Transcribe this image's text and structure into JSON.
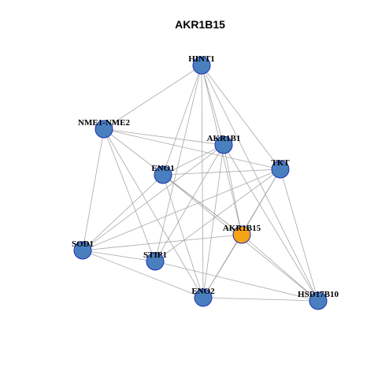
{
  "title": "AKR1B15",
  "colors": {
    "node_fill": "#4a7fbf",
    "node_stroke": "#1a2fb0",
    "highlight_fill": "#f7a318",
    "highlight_stroke": "#1a2fb0",
    "edge": "#a8a8a8"
  },
  "nodes": [
    {
      "id": "HINT1",
      "label": "HINT1",
      "highlight": false
    },
    {
      "id": "NME1-NME2",
      "label": "NME1-NME2",
      "highlight": false
    },
    {
      "id": "AKR1B1",
      "label": "AKR1B1",
      "highlight": false
    },
    {
      "id": "ENO1",
      "label": "ENO1",
      "highlight": false
    },
    {
      "id": "TKT",
      "label": "TKT",
      "highlight": false
    },
    {
      "id": "AKR1B15",
      "label": "AKR1B15",
      "highlight": true
    },
    {
      "id": "SOD1",
      "label": "SOD1",
      "highlight": false
    },
    {
      "id": "STIP1",
      "label": "STIP1",
      "highlight": false
    },
    {
      "id": "ENO2",
      "label": "ENO2",
      "highlight": false
    },
    {
      "id": "HSD17B10",
      "label": "HSD17B10",
      "highlight": false
    }
  ],
  "edges": [
    [
      "HINT1",
      "NME1-NME2"
    ],
    [
      "HINT1",
      "AKR1B1"
    ],
    [
      "HINT1",
      "ENO1"
    ],
    [
      "HINT1",
      "TKT"
    ],
    [
      "HINT1",
      "AKR1B15"
    ],
    [
      "HINT1",
      "STIP1"
    ],
    [
      "HINT1",
      "ENO2"
    ],
    [
      "HINT1",
      "HSD17B10"
    ],
    [
      "NME1-NME2",
      "AKR1B1"
    ],
    [
      "NME1-NME2",
      "TKT"
    ],
    [
      "NME1-NME2",
      "AKR1B15"
    ],
    [
      "NME1-NME2",
      "SOD1"
    ],
    [
      "NME1-NME2",
      "STIP1"
    ],
    [
      "NME1-NME2",
      "ENO2"
    ],
    [
      "AKR1B1",
      "ENO1"
    ],
    [
      "AKR1B1",
      "AKR1B15"
    ],
    [
      "AKR1B1",
      "SOD1"
    ],
    [
      "AKR1B1",
      "STIP1"
    ],
    [
      "AKR1B1",
      "ENO2"
    ],
    [
      "AKR1B1",
      "HSD17B10"
    ],
    [
      "ENO1",
      "TKT"
    ],
    [
      "ENO1",
      "AKR1B15"
    ],
    [
      "ENO1",
      "SOD1"
    ],
    [
      "ENO1",
      "ENO2"
    ],
    [
      "ENO1",
      "HSD17B10"
    ],
    [
      "TKT",
      "AKR1B15"
    ],
    [
      "TKT",
      "SOD1"
    ],
    [
      "TKT",
      "STIP1"
    ],
    [
      "TKT",
      "ENO2"
    ],
    [
      "TKT",
      "HSD17B10"
    ],
    [
      "AKR1B15",
      "SOD1"
    ],
    [
      "AKR1B15",
      "ENO2"
    ],
    [
      "AKR1B15",
      "HSD17B10"
    ],
    [
      "SOD1",
      "STIP1"
    ],
    [
      "SOD1",
      "ENO2"
    ],
    [
      "STIP1",
      "HSD17B10"
    ],
    [
      "ENO2",
      "HSD17B10"
    ]
  ]
}
